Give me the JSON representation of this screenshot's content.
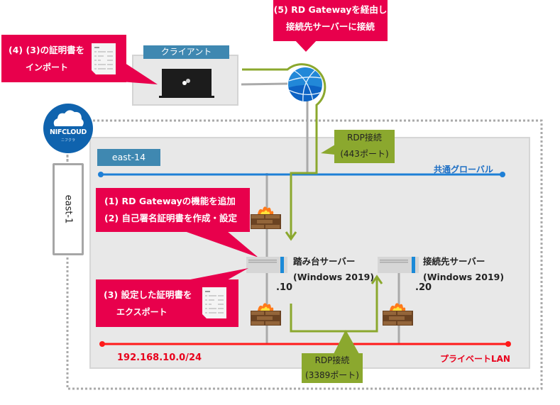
{
  "colors": {
    "callout": "#e8004c",
    "green": "#8ba82e",
    "global_line": "#1e7fd6",
    "private_line": "#ff1a1a",
    "tag_blue": "#3f88b1",
    "panel_gray": "#e8e8e8"
  },
  "client": {
    "tag": "クライアント",
    "device_icon": "laptop-icon"
  },
  "internet": {
    "icon": "globe-icon"
  },
  "cloud_logo": {
    "name": "NIFCLOUD",
    "sub": "ニフクラ"
  },
  "region": {
    "label": "east-1"
  },
  "zone": {
    "label": "east-14"
  },
  "networks": {
    "global": {
      "label": "共通グローバル"
    },
    "private": {
      "label": "プライベートLAN",
      "cidr": "192.168.10.0/24"
    }
  },
  "servers": [
    {
      "name": "踏み台サーバー",
      "os": "(Windows 2019)",
      "ip": ".10"
    },
    {
      "name": "接続先サーバー",
      "os": "(Windows 2019)",
      "ip": ".20"
    }
  ],
  "callouts": {
    "step5": {
      "line1": "(5) RD Gatewayを経由し",
      "line2": "接続先サーバーに接続"
    },
    "step4": {
      "line1": "(4) (3)の証明書を",
      "line2": "インポート"
    },
    "step12": {
      "line1": "(1) RD Gatewayの機能を追加",
      "line2": "(2) 自己署名証明書を作成・設定"
    },
    "step3": {
      "line1": "(3) 設定した証明書を",
      "line2": "エクスポート"
    }
  },
  "rdp_labels": {
    "port443": {
      "line1": "RDP接続",
      "line2": "(443ポート)"
    },
    "port3389": {
      "line1": "RDP接続",
      "line2": "(3389ポート)"
    }
  }
}
